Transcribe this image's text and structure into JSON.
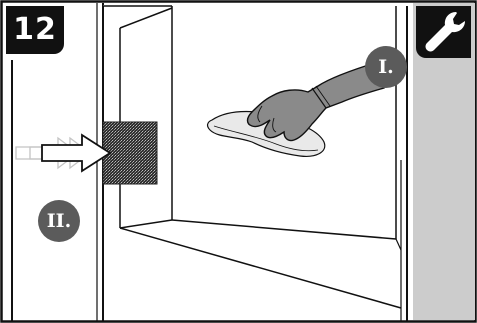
{
  "step": {
    "number": "12"
  },
  "tool_badge": {
    "icon": "wrench-icon"
  },
  "markers": [
    {
      "label": "I."
    },
    {
      "label": "II."
    }
  ],
  "colors": {
    "badge": "#111111",
    "marker": "#5b5b5b",
    "filter": "#3a3a3a",
    "side_panel": "#cccccc",
    "line": "#111111"
  }
}
